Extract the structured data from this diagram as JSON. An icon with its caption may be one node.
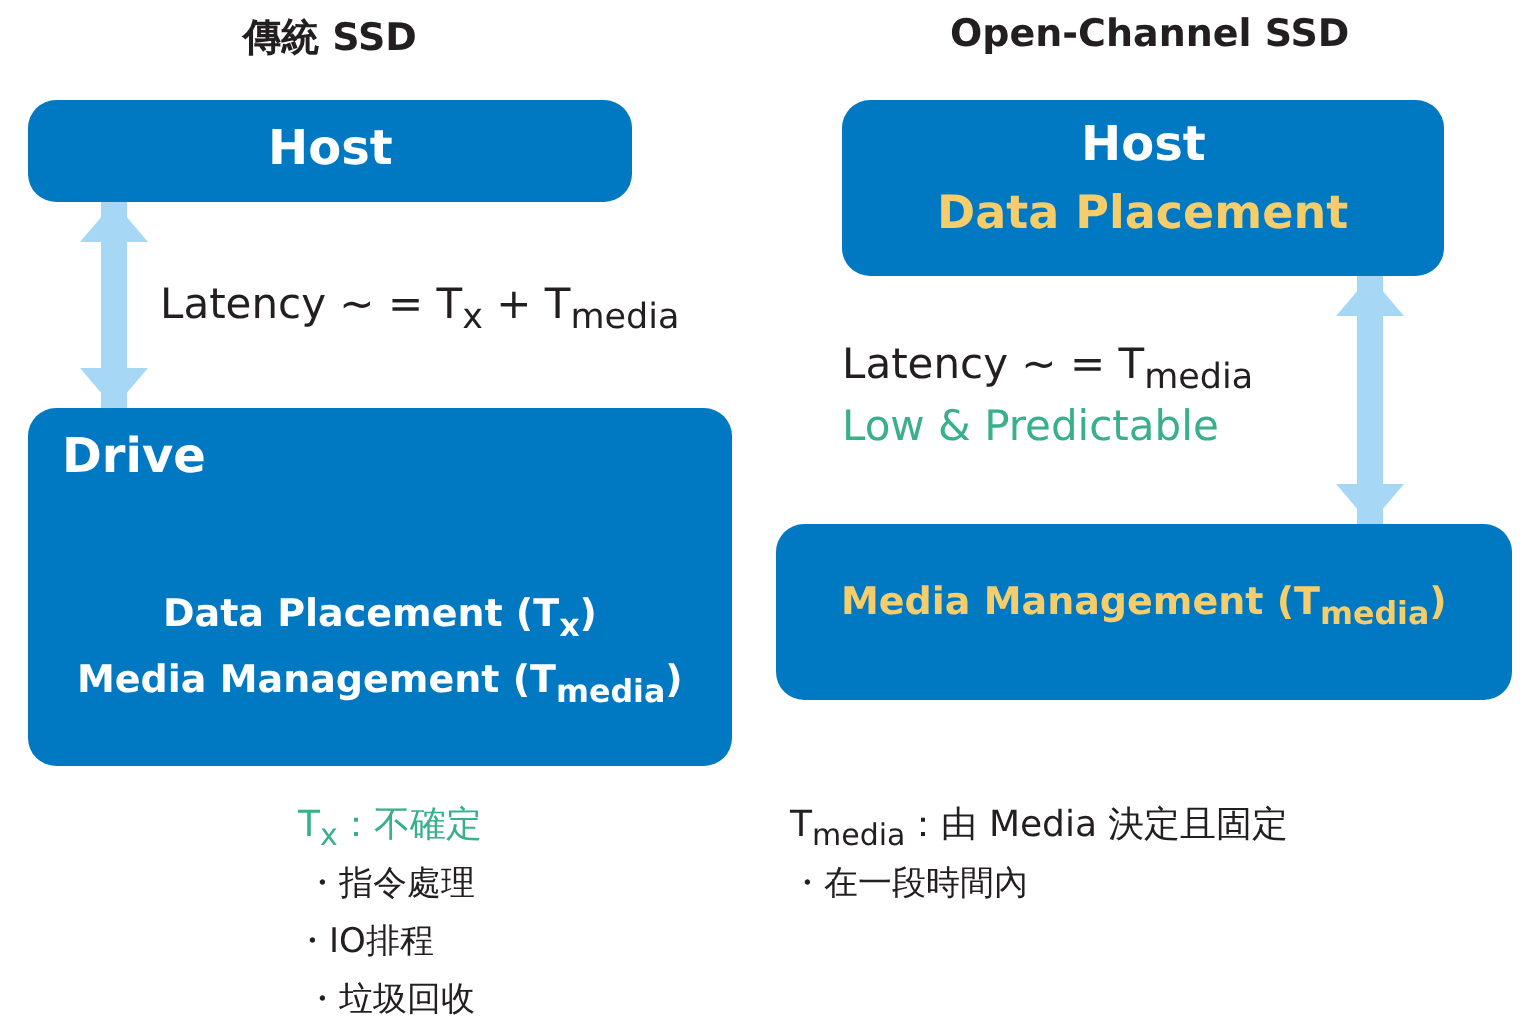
{
  "diagram": {
    "nodes": [
      {
        "text": [
          "Host"
        ]
      },
      {
        "text": [
          "Drive",
          "Data Placement (T$_{x}$)",
          "Media Management (T$_{media}$)"
        ]
      },
      {
        "text": [
          "Host",
          "Data Placement"
        ]
      },
      {
        "text": [
          "Media Management (T$_{media}$)"
        ]
      }
    ],
    "edges": [
      {
        "from": 0,
        "to": 1,
        "arrow": "both",
        "label": "Latency ~ = T$_{x}$ + T$_{media}$",
        "color": "#a6d8f5"
      },
      {
        "from": 2,
        "to": 3,
        "arrow": "both",
        "label": "Latency ~ = T$_{media}$",
        "color": "#a6d8f5"
      }
    ],
    "labels": [
      "傳統 SSD",
      "Open-Channel SSD",
      "Low & Predictable",
      "T$_{x}$：不確定",
      "・指令處理",
      "・IO排程",
      "・垃圾回收",
      "T$_{media}$：由 Media 決定且固定",
      "・在一段時間內"
    ]
  }
}
